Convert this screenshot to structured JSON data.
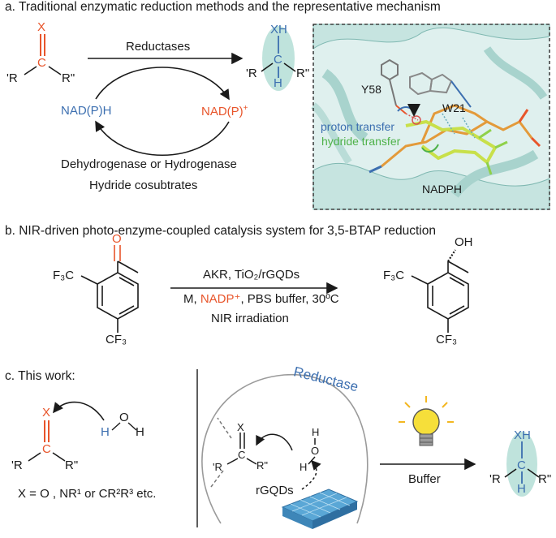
{
  "panel_a": {
    "heading": "a. Traditional enzymatic reduction methods and the representative mechanism",
    "substrate": {
      "X": "X",
      "C": "C",
      "R1": "'R",
      "R2": "R\""
    },
    "product": {
      "XH": "XH",
      "C": "C",
      "H": "H",
      "R1": "'R",
      "R2": "R\""
    },
    "arrow_label": "Reductases",
    "cofactor_reduced": "NAD(P)H",
    "cofactor_oxidized": "NAD(P)",
    "cofactor_oxidized_sup": "+",
    "regen_line1": "Dehydrogenase or Hydrogenase",
    "regen_line2": "Hydride cosubtrates",
    "inset": {
      "res1": "Y58",
      "res2": "W21",
      "proton": "proton transfer",
      "hydride": "hydride transfer",
      "cofactor": "NADPH"
    }
  },
  "panel_b": {
    "heading": "b. NIR-driven photo-enzyme-coupled catalysis system for 3,5-BTAP reduction",
    "sm_cf3_top": "F₃C",
    "sm_cf3_bottom": "CF₃",
    "sm_o": "O",
    "cond1": "AKR, TiO₂/rGQDs",
    "cond2_a": "M, ",
    "cond2_b": "NADP⁺",
    "cond2_c": ", PBS buffer, 30ºC",
    "cond3": "NIR irradiation",
    "pr_cf3_top": "F₃C",
    "pr_cf3_bottom": "CF₃",
    "pr_oh": "OH"
  },
  "panel_c": {
    "heading": "c. This work:",
    "water": {
      "H1": "H",
      "O": "O",
      "H2": "H"
    },
    "substrate": {
      "X": "X",
      "C": "C",
      "R1": "'R",
      "R2": "R\""
    },
    "x_def": "X = O , NR¹ or CR²R³ etc.",
    "enzyme_label": "Reductase",
    "inner": {
      "X": "X",
      "C": "C",
      "R1": "'R",
      "R2": "R\"",
      "H1": "H",
      "O": "O",
      "H2": "H",
      "rgqds": "rGQDs"
    },
    "arrow_label": "Buffer",
    "product": {
      "XH": "XH",
      "C": "C",
      "H": "H",
      "R1": "'R",
      "R2": "R\""
    }
  },
  "colors": {
    "orange": "#e8552b",
    "blue": "#3c6fb0",
    "green": "#4fb24a",
    "teal_highlight": "#bfe3dc",
    "protein": "#cfe7e4"
  }
}
